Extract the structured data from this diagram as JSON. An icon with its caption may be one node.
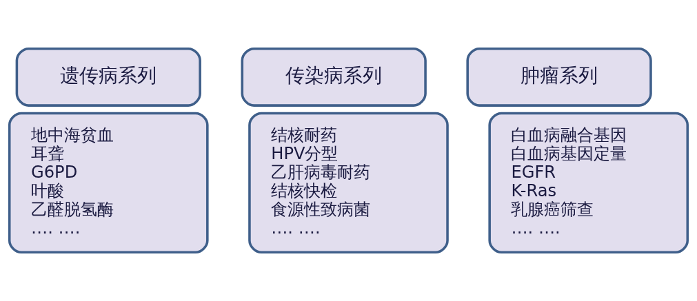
{
  "diagram": {
    "nodes": [
      {
        "text": [
          "遗传病系列"
        ]
      },
      {
        "text": [
          "地中海贫血",
          "耳聋",
          "G6PD",
          "叶酸",
          "乙醛脱氢酶",
          "…. …."
        ]
      },
      {
        "text": [
          "传染病系列"
        ]
      },
      {
        "text": [
          "结核耐药",
          "HPV分型",
          "乙肝病毒耐药",
          "结核快检",
          "食源性致病菌",
          "…. …."
        ]
      },
      {
        "text": [
          "肿瘤系列"
        ]
      },
      {
        "text": [
          "白血病融合基因",
          "白血病基因定量",
          "EGFR",
          "K-Ras",
          "乳腺癌筛查",
          "…. …."
        ]
      }
    ],
    "edges": []
  }
}
